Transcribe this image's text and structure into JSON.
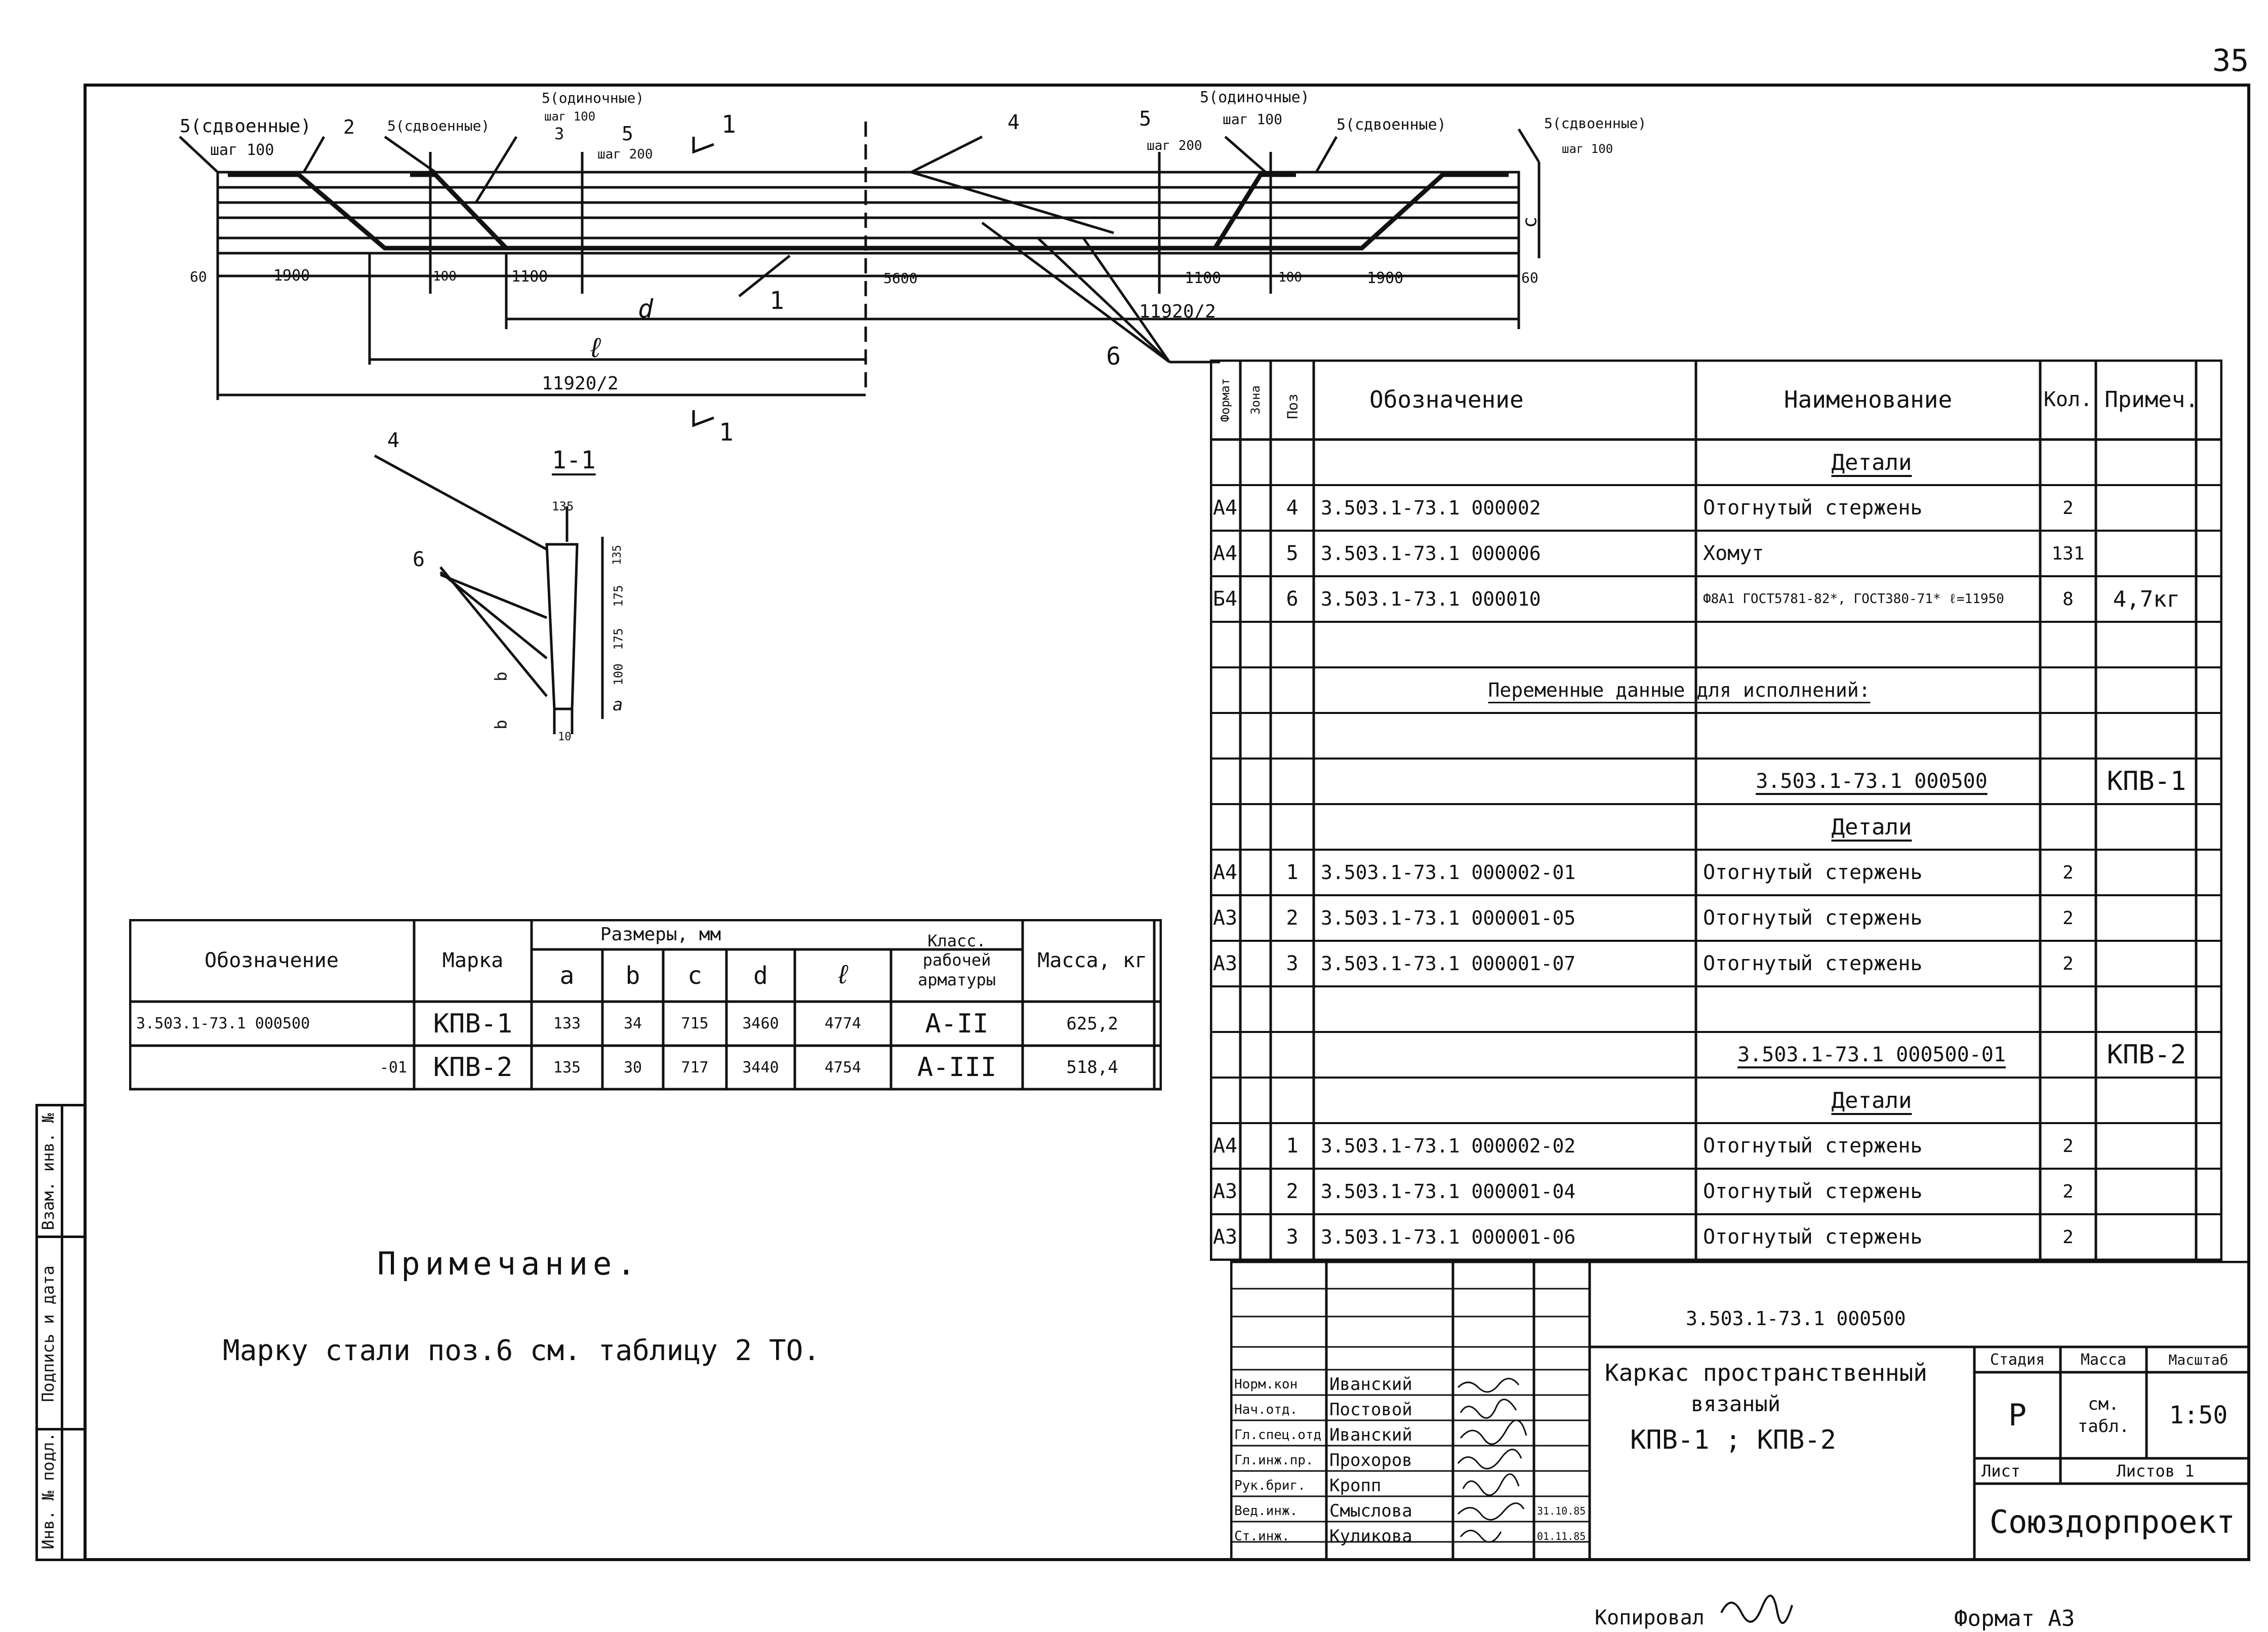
{
  "page_number": "35",
  "drawing": {
    "labels": [
      "5(сдвоенные)",
      "шаг 100",
      "2",
      "5(сдвоенные)",
      "5(одиночные)",
      "шаг 100",
      "3",
      "5",
      "шаг 200",
      "1",
      "4",
      "5",
      "шаг 200",
      "5(одиночные)",
      "шаг 100",
      "5(сдвоенные)",
      "5(сдвоенные)",
      "шаг 100",
      "c"
    ],
    "dims_row": [
      "60",
      "1900",
      "100",
      "1100",
      "5600",
      "1100",
      "100",
      "1900",
      "60"
    ],
    "dim_d": "d",
    "dim_l": "ℓ",
    "half_right": "11920/2",
    "half_left": "11920/2",
    "callout_1": "1",
    "callout_6": "6",
    "section_mark": "1"
  },
  "section": {
    "title": "1-1",
    "label_4": "4",
    "label_6": "6",
    "dim_top": "135",
    "dims_side": [
      "135",
      "175",
      "175",
      "100",
      "a"
    ],
    "dim_b": "b",
    "dim_b2": "b",
    "dim_bottom": "10"
  },
  "var_table": {
    "h_designation": "Обозначение",
    "h_mark": "Марка",
    "h_sizes": "Размеры, мм",
    "h_sub": [
      "a",
      "b",
      "c",
      "d",
      "ℓ"
    ],
    "h_class": "Класс. рабочей арматуры",
    "h_mass": "Масса, кг",
    "rows": [
      {
        "designation": "3.503.1-73.1   000500",
        "mark": "КПВ-1",
        "a": "133",
        "b": "34",
        "c": "715",
        "d": "3460",
        "l": "4774",
        "class": "А-II",
        "mass": "625,2"
      },
      {
        "designation": "-01",
        "mark": "КПВ-2",
        "a": "135",
        "b": "30",
        "c": "717",
        "d": "3440",
        "l": "4754",
        "class": "А-III",
        "mass": "518,4"
      }
    ]
  },
  "note": {
    "title": "Примечание.",
    "text": "Марку стали поз.6 см. таблицу 2 ТО."
  },
  "spec": {
    "h_format": "Формат",
    "h_zone": "Зона",
    "h_pos": "Поз",
    "h_designation": "Обозначение",
    "h_name": "Наименование",
    "h_qty": "Кол.",
    "h_note": "Примеч.",
    "rows": [
      {
        "fmt": "",
        "pos": "",
        "des": "",
        "name": "Детали",
        "qty": "",
        "note": "",
        "style": "head"
      },
      {
        "fmt": "А4",
        "pos": "4",
        "des": "3.503.1-73.1      000002",
        "name": "Отогнутый стержень",
        "qty": "2",
        "note": ""
      },
      {
        "fmt": "А4",
        "pos": "5",
        "des": "3.503.1-73.1      000006",
        "name": "Хомут",
        "qty": "131",
        "note": ""
      },
      {
        "fmt": "Б4",
        "pos": "6",
        "des": "3.503.1-73.1      000010",
        "name": "Ф8А1 ГОСТ5781-82*, ГОСТ380-71* ℓ=11950",
        "qty": "8",
        "note": "4,7кг",
        "style": "small"
      },
      {
        "fmt": "",
        "pos": "",
        "des": "",
        "name": "",
        "qty": "",
        "note": ""
      },
      {
        "fmt": "",
        "pos": "",
        "des": "Переменные данные для исполнений:",
        "name": "",
        "qty": "",
        "note": "",
        "style": "span"
      },
      {
        "fmt": "",
        "pos": "",
        "des": "",
        "name": "",
        "qty": "",
        "note": ""
      },
      {
        "fmt": "",
        "pos": "",
        "des": "",
        "name": "3.503.1-73.1   000500",
        "qty": "",
        "note": "КПВ-1",
        "style": "ul"
      },
      {
        "fmt": "",
        "pos": "",
        "des": "",
        "name": "Детали",
        "qty": "",
        "note": "",
        "style": "head"
      },
      {
        "fmt": "А4",
        "pos": "1",
        "des": "3.503.1-73.1      000002-01",
        "name": "Отогнутый стержень",
        "qty": "2",
        "note": ""
      },
      {
        "fmt": "А3",
        "pos": "2",
        "des": "3.503.1-73.1      000001-05",
        "name": "Отогнутый стержень",
        "qty": "2",
        "note": ""
      },
      {
        "fmt": "А3",
        "pos": "3",
        "des": "3.503.1-73.1      000001-07",
        "name": "Отогнутый стержень",
        "qty": "2",
        "note": ""
      },
      {
        "fmt": "",
        "pos": "",
        "des": "",
        "name": "",
        "qty": "",
        "note": ""
      },
      {
        "fmt": "",
        "pos": "",
        "des": "",
        "name": "3.503.1-73.1 000500-01",
        "qty": "",
        "note": "КПВ-2",
        "style": "ul"
      },
      {
        "fmt": "",
        "pos": "",
        "des": "",
        "name": "Детали",
        "qty": "",
        "note": "",
        "style": "head"
      },
      {
        "fmt": "А4",
        "pos": "1",
        "des": "3.503.1-73.1      000002-02",
        "name": "Отогнутый стержень",
        "qty": "2",
        "note": ""
      },
      {
        "fmt": "А3",
        "pos": "2",
        "des": "3.503.1-73.1      000001-04",
        "name": "Отогнутый стержень",
        "qty": "2",
        "note": ""
      },
      {
        "fmt": "А3",
        "pos": "3",
        "des": "3.503.1-73.1      000001-06",
        "name": "Отогнутый стержень",
        "qty": "2",
        "note": ""
      }
    ]
  },
  "title_block": {
    "doc_number": "3.503.1-73.1        000500",
    "title_line1": "Каркас пространственный",
    "title_line2": "вязаный",
    "title_line3": "КПВ-1 ; КПВ-2",
    "h_stage": "Стадия",
    "h_mass": "Масса",
    "h_scale": "Масштаб",
    "stage": "Р",
    "mass": "см. табл.",
    "scale": "1:50",
    "sheet": "Лист",
    "sheets": "Листов 1",
    "org": "Союздорпроект",
    "staff": [
      {
        "role": "Норм.кон",
        "name": "Иванский",
        "date": ""
      },
      {
        "role": "Нач.отд.",
        "name": "Постовой",
        "date": ""
      },
      {
        "role": "Гл.спец.отд",
        "name": "Иванский",
        "date": ""
      },
      {
        "role": "Гл.инж.пр.",
        "name": "Прохоров",
        "date": ""
      },
      {
        "role": "Рук.бриг.",
        "name": "Кропп",
        "date": ""
      },
      {
        "role": "Вед.инж.",
        "name": "Смыслова",
        "date": "31.10.85"
      },
      {
        "role": "Ст.инж.",
        "name": "Куликова",
        "date": "01.11.85"
      }
    ]
  },
  "side_stamps": [
    "Взам. инв. №",
    "Подпись и дата",
    "Инв. № подл."
  ],
  "footer": {
    "copied": "Копировал",
    "format": "Формат А3"
  }
}
